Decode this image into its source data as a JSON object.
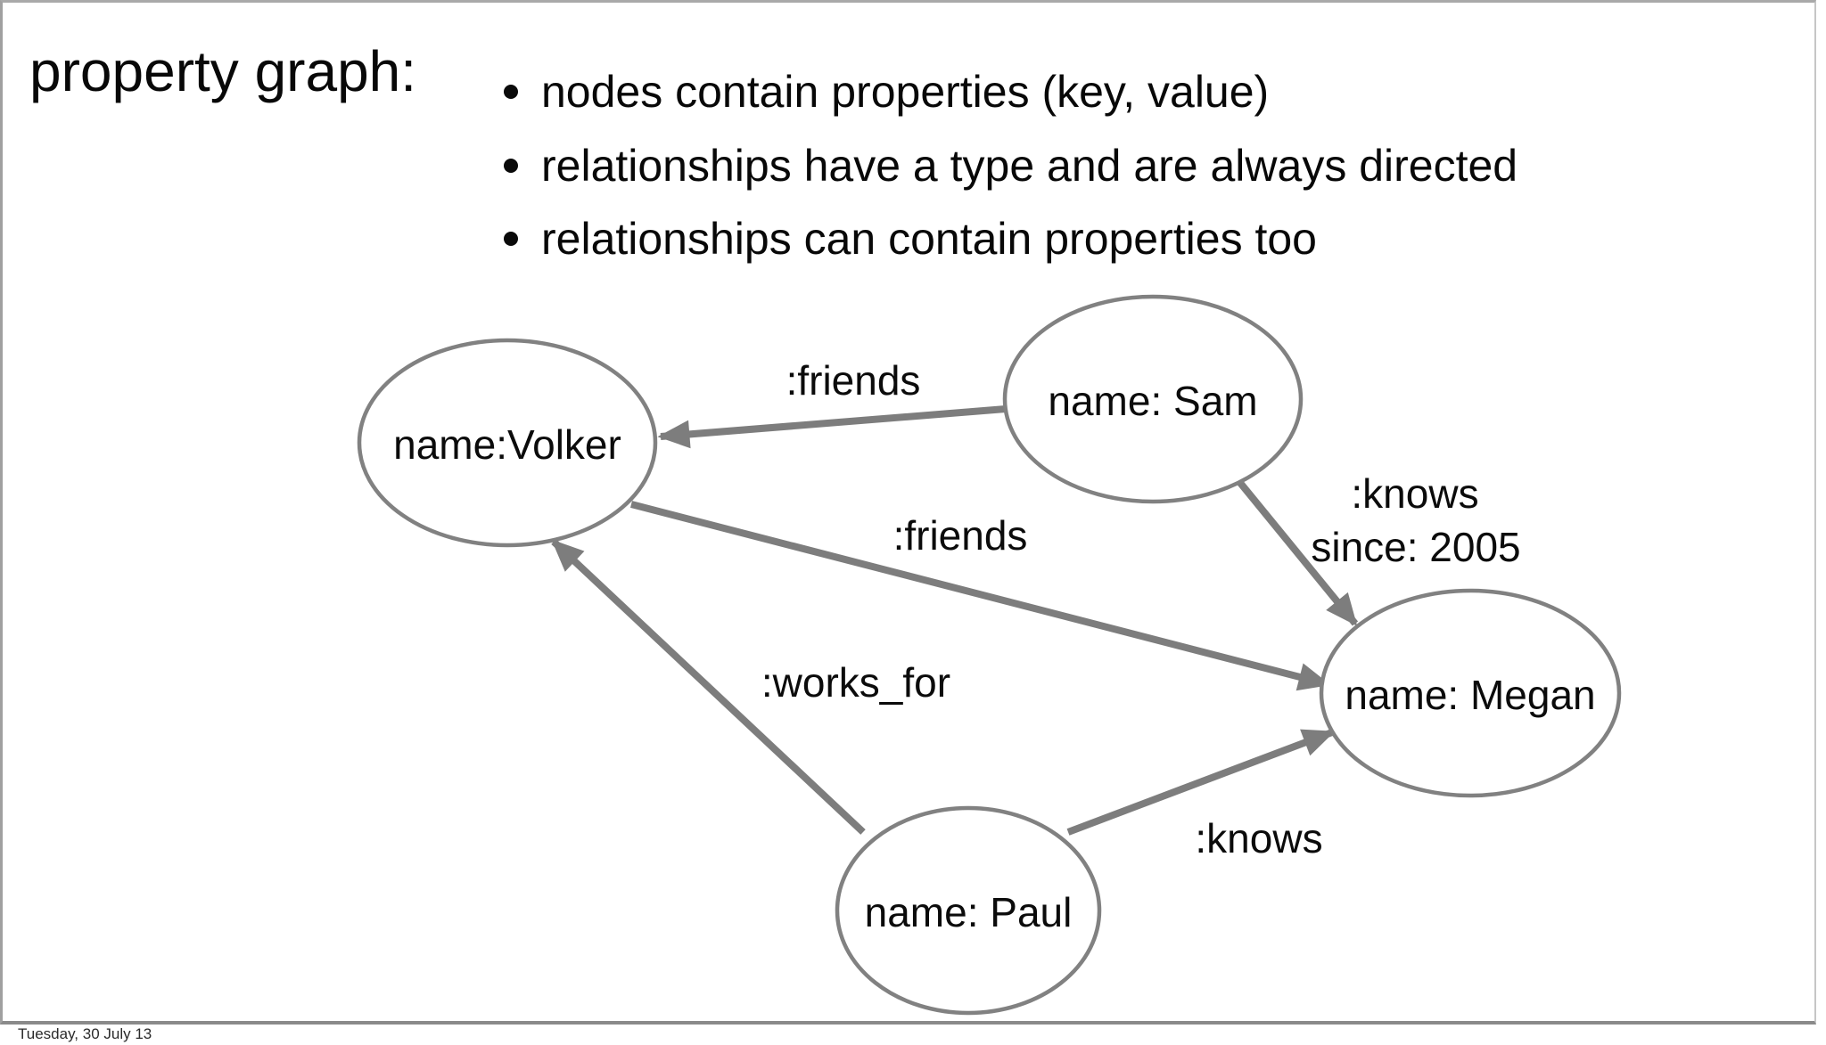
{
  "slide": {
    "title": "property graph:",
    "bullets": [
      "nodes contain properties (key, value)",
      "relationships have a type and are always directed",
      "relationships can contain properties too"
    ],
    "footer": "Tuesday, 30 July 13"
  },
  "graph": {
    "colors": {
      "edge_stroke": "#7d7d7d",
      "node_stroke": "#818181",
      "text": "#0b0b0b"
    },
    "nodes": [
      {
        "id": "volker",
        "label": "name:Volker"
      },
      {
        "id": "sam",
        "label": "name: Sam"
      },
      {
        "id": "megan",
        "label": "name: Megan"
      },
      {
        "id": "paul",
        "label": "name: Paul"
      }
    ],
    "edges": [
      {
        "from": "sam",
        "to": "volker",
        "label": ":friends"
      },
      {
        "from": "sam",
        "to": "megan",
        "label": ":knows",
        "property": "since: 2005"
      },
      {
        "from": "volker",
        "to": "megan",
        "label": ":friends"
      },
      {
        "from": "paul",
        "to": "volker",
        "label": ":works_for"
      },
      {
        "from": "paul",
        "to": "megan",
        "label": ":knows"
      }
    ]
  }
}
